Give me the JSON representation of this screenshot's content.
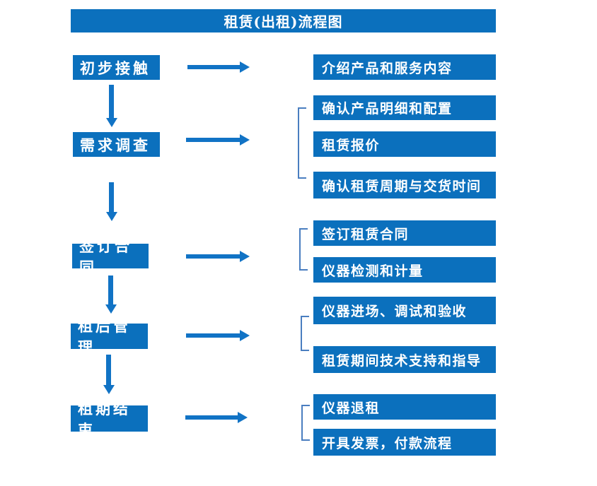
{
  "title": "租赁(出租)流程图",
  "colors": {
    "box": "#0b70bd",
    "arrow": "#1173c5",
    "bracket": "#4a7ec0",
    "text": "#ffffff",
    "background": "#ffffff"
  },
  "steps": [
    {
      "label": "初步接触",
      "outputs": [
        "介绍产品和服务内容"
      ]
    },
    {
      "label": "需求调查",
      "outputs": [
        "确认产品明细和配置",
        "租赁报价",
        "确认租赁周期与交货时间"
      ]
    },
    {
      "label": "签订合同",
      "outputs": [
        "签订租赁合同",
        "仪器检测和计量"
      ]
    },
    {
      "label": "租后管理",
      "outputs": [
        "仪器进场、调试和验收",
        "租赁期间技术支持和指导"
      ]
    },
    {
      "label": "租期结束",
      "outputs": [
        "仪器退租",
        "开具发票，付款流程"
      ]
    }
  ]
}
